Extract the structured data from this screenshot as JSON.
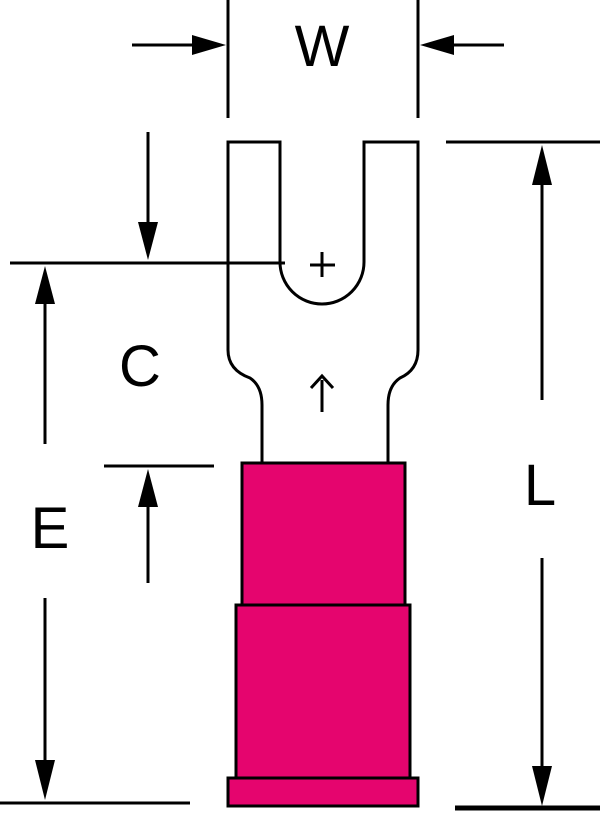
{
  "labels": {
    "width": "W",
    "stud_clearance": "C",
    "barrel_length": "E",
    "overall_length": "L"
  },
  "colors": {
    "insulation": "#E5056E",
    "stroke": "#000000",
    "background": "#FFFFFF"
  }
}
